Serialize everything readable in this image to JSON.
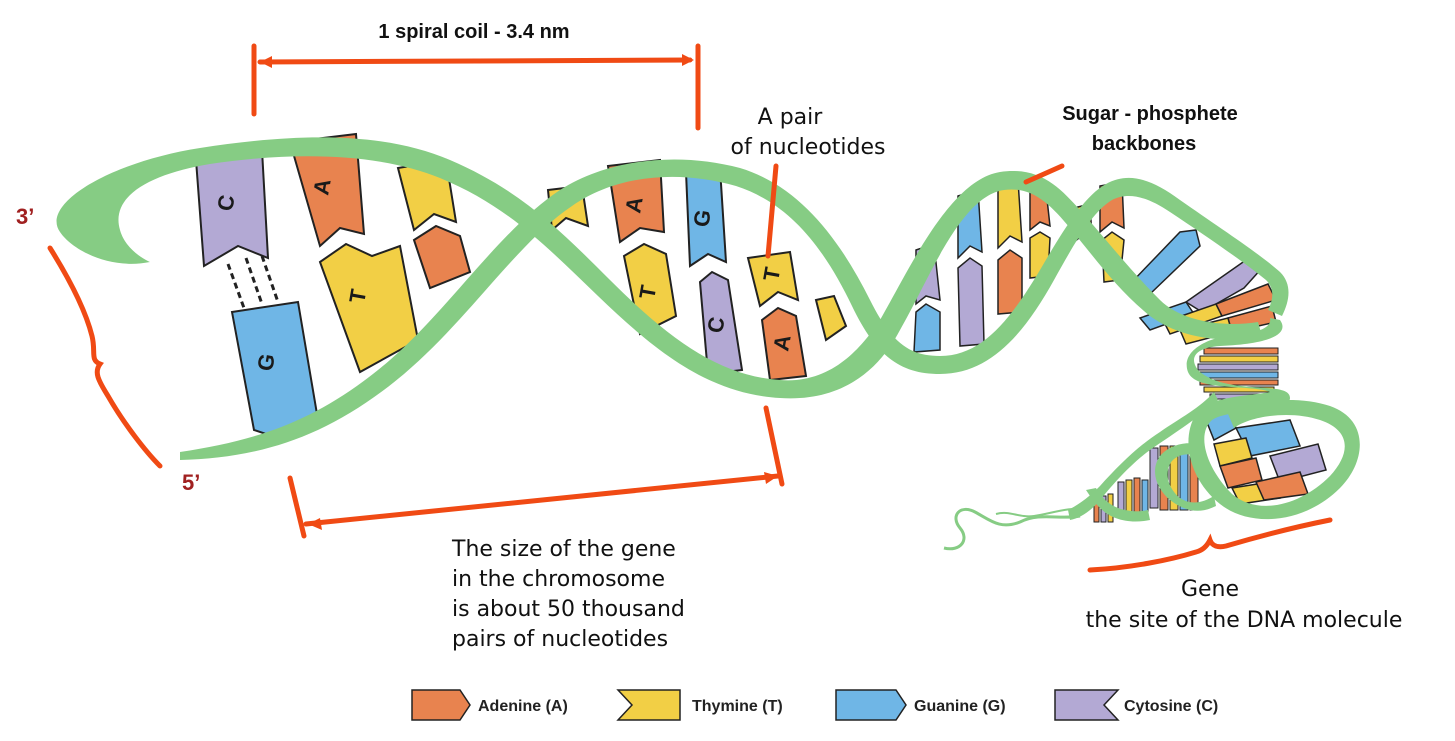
{
  "labels": {
    "coil": "1 spiral coil - 3.4 nm",
    "pair_line1": "A pair",
    "pair_line2": "of nucleotides",
    "backbone_line1": "Sugar - phosphete",
    "backbone_line2": "backbones",
    "end_3": "3’",
    "end_5": "5’",
    "gene_size": [
      "The size of the gene",
      "in the chromosome",
      "is about 50 thousand",
      "pairs of nucleotides"
    ],
    "gene_line1": "Gene",
    "gene_line2": "the site of the DNA molecule"
  },
  "bases": {
    "adenine": "A",
    "thymine": "T",
    "guanine": "G",
    "cytosine": "C"
  },
  "legend": [
    {
      "name": "Adenine (A)",
      "color": "#e8834f"
    },
    {
      "name": "Thymine (T)",
      "color": "#f2cf45"
    },
    {
      "name": "Guanine (G)",
      "color": "#6fb6e6"
    },
    {
      "name": "Cytosine (C)",
      "color": "#b3a9d4"
    }
  ],
  "colors": {
    "backbone": "#86cc84",
    "annotation": "#f04a14",
    "end_label": "#a02020"
  }
}
